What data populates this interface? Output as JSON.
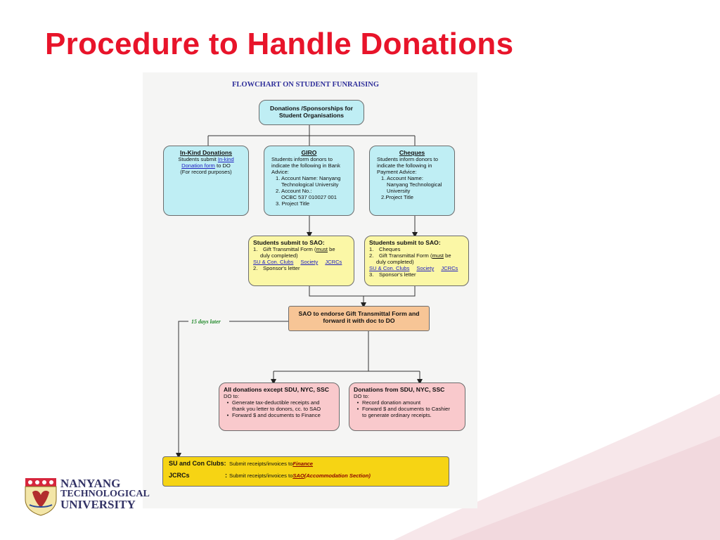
{
  "slide": {
    "title": "Procedure to Handle Donations"
  },
  "flowchart": {
    "title": "FLOWCHART ON STUDENT FUNRAISING",
    "top": {
      "line1": "Donations /Sponsorships for",
      "line2": "Student Organisations"
    },
    "inkind": {
      "heading": "In-Kind Donations",
      "text_a": "Students submit ",
      "link_a": "In-kind",
      "link_b": "Donation form",
      "text_b": " to DO",
      "text_c": "(For record purposes)"
    },
    "giro": {
      "heading": "GIRO",
      "intro": "Students inform donors to indicate the following in Bank Advice:",
      "item1_line1": "1. Account Name: Nanyang",
      "item1_line2": "Technological University",
      "item2_line1": "2. Account No.:",
      "item2_line2": "OCBC 537 010027 001",
      "item3": "3. Project Title"
    },
    "cheques": {
      "heading": "Cheques",
      "intro": "Students inform donors to indicate the following in Payment Advice:",
      "item1_line1": "1. Account Name:",
      "item1_line2": "Nanyang Technological",
      "item1_line3": "University",
      "item2": "2.Project Title"
    },
    "submit_left": {
      "heading": "Students submit to SAO:",
      "n1": "1.",
      "item1_a": "Gift Transmittal Form (",
      "item1_must": "must",
      "item1_b": " be",
      "item1_c": "duly completed)",
      "link1": "SU & Con. Clubs",
      "link2": "Society",
      "link3": "JCRCs",
      "n2": "2.",
      "item2": "Sponsor's letter"
    },
    "submit_right": {
      "heading": "Students submit to SAO:",
      "n1": "1.",
      "item1": "Cheques",
      "n2": "2.",
      "item2_a": "Gift Transmittal Form (",
      "item2_must": "must",
      "item2_b": " be",
      "item2_c": "duly completed)",
      "link1": "SU & Con. Clubs",
      "link2": "Society",
      "link3": "JCRCs",
      "n3": "3.",
      "item3": "Sponsor's letter"
    },
    "endorse": {
      "line1": "SAO to endorse Gift Transmittal Form and",
      "line2": "forward it with doc to DO"
    },
    "days_label": "15 days later",
    "all_except": {
      "heading": "All donations except SDU, NYC, SSC",
      "intro": "DO to:",
      "bullet": "•",
      "b1_line1": "Generate tax-deductible receipts and",
      "b1_line2": "thank you letter to donors, cc. to SAO",
      "b2": "Forward $ and documents to Finance"
    },
    "from_sdu": {
      "heading": "Donations from SDU, NYC, SSC",
      "intro": "DO to:",
      "bullet": "•",
      "b1": "Record donation amount",
      "b2_line1": "Forward $ and documents to Cashier",
      "b2_line2": "to generate ordinary receipts."
    },
    "final": {
      "row1_label": "SU and Con Clubs:",
      "row1_text": "Submit receipts/invoices to ",
      "row1_dest": "Finance",
      "row2_label": "JCRCs",
      "row2_colon": ":",
      "row2_text": "Submit receipts/invoices to ",
      "row2_dest": "SAO",
      "row2_dest_suffix": " (Accommodation Section)"
    }
  },
  "logo": {
    "line1": "NANYANG",
    "line2": "TECHNOLOGICAL",
    "line3": "UNIVERSITY"
  },
  "colors": {
    "title_red": "#e8142a",
    "box_blue": "#bfeef4",
    "box_yellow": "#fbf7a6",
    "box_orange": "#f7c596",
    "box_pink": "#f9c9cc",
    "box_gold": "#f6d414"
  }
}
